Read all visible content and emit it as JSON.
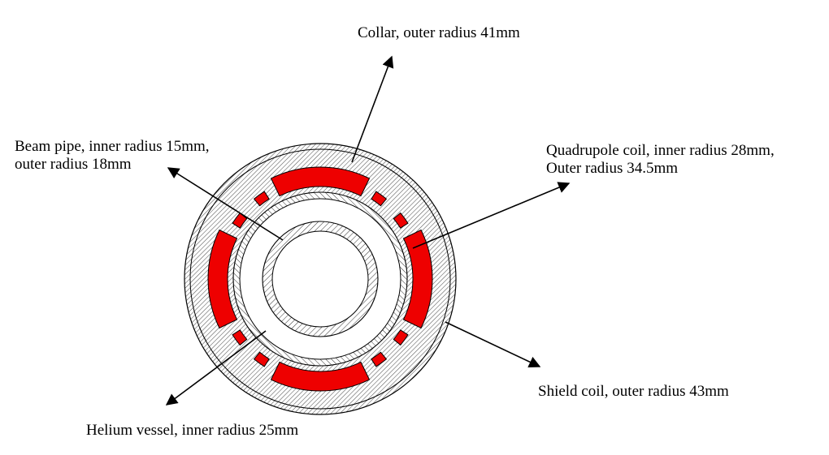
{
  "labels": {
    "collar": "Collar, outer radius 41mm",
    "beam_pipe_line1": "Beam pipe, inner radius 15mm,",
    "beam_pipe_line2": "outer radius 18mm",
    "quad_line1": "Quadrupole coil, inner radius 28mm,",
    "quad_line2": "Outer radius 34.5mm",
    "shield": "Shield coil, outer radius 43mm",
    "helium": "Helium vessel, inner radius 25mm"
  },
  "colors": {
    "coil": "#ee0000",
    "hatch": "#555555",
    "stroke": "#000000"
  }
}
